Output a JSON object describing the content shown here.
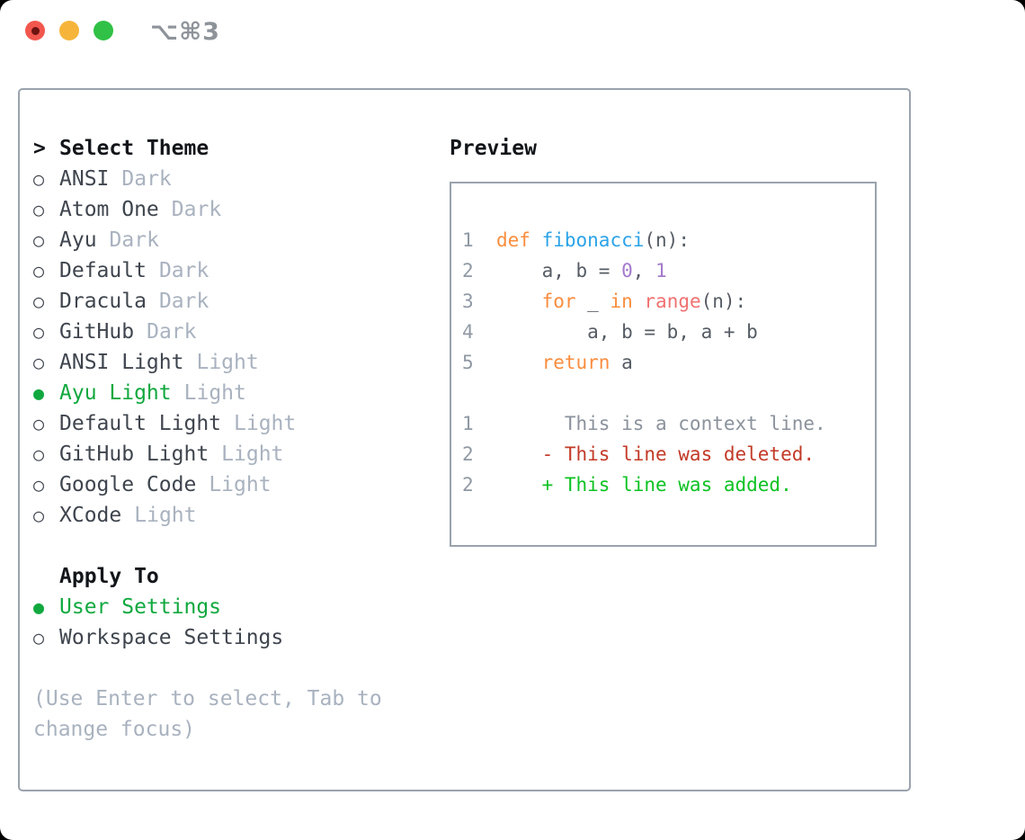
{
  "window": {
    "title": "⌥⌘3"
  },
  "glyphs": {
    "radio_empty": "○",
    "radio_filled": "●",
    "prompt": ">"
  },
  "theme_selector": {
    "header": "Select Theme",
    "items": [
      {
        "name": "ANSI",
        "variant": "Dark",
        "selected": false
      },
      {
        "name": "Atom One",
        "variant": "Dark",
        "selected": false
      },
      {
        "name": "Ayu",
        "variant": "Dark",
        "selected": false
      },
      {
        "name": "Default",
        "variant": "Dark",
        "selected": false
      },
      {
        "name": "Dracula",
        "variant": "Dark",
        "selected": false
      },
      {
        "name": "GitHub",
        "variant": "Dark",
        "selected": false
      },
      {
        "name": "ANSI Light",
        "variant": "Light",
        "selected": false
      },
      {
        "name": "Ayu Light",
        "variant": "Light",
        "selected": true
      },
      {
        "name": "Default Light",
        "variant": "Light",
        "selected": false
      },
      {
        "name": "GitHub Light",
        "variant": "Light",
        "selected": false
      },
      {
        "name": "Google Code",
        "variant": "Light",
        "selected": false
      },
      {
        "name": "XCode",
        "variant": "Light",
        "selected": false
      }
    ]
  },
  "apply_to": {
    "header": "Apply To",
    "options": [
      {
        "label": "User Settings",
        "selected": true
      },
      {
        "label": "Workspace Settings",
        "selected": false
      }
    ]
  },
  "hint": "(Use Enter to select, Tab to change focus)",
  "preview": {
    "header": "Preview",
    "code_lines": [
      {
        "num": "1",
        "tokens": [
          {
            "t": "def",
            "c": "keyword"
          },
          {
            "t": " ",
            "c": "plain"
          },
          {
            "t": "fibonacci",
            "c": "function"
          },
          {
            "t": "(n):",
            "c": "plain"
          }
        ]
      },
      {
        "num": "2",
        "tokens": [
          {
            "t": "    a, b = ",
            "c": "plain"
          },
          {
            "t": "0",
            "c": "number"
          },
          {
            "t": ", ",
            "c": "plain"
          },
          {
            "t": "1",
            "c": "number"
          }
        ]
      },
      {
        "num": "3",
        "tokens": [
          {
            "t": "    ",
            "c": "plain"
          },
          {
            "t": "for",
            "c": "keyword"
          },
          {
            "t": " _ ",
            "c": "plain"
          },
          {
            "t": "in",
            "c": "keyword"
          },
          {
            "t": " ",
            "c": "plain"
          },
          {
            "t": "range",
            "c": "builtin"
          },
          {
            "t": "(n):",
            "c": "plain"
          }
        ]
      },
      {
        "num": "4",
        "tokens": [
          {
            "t": "        a, b = b, a + b",
            "c": "plain"
          }
        ]
      },
      {
        "num": "5",
        "tokens": [
          {
            "t": "    ",
            "c": "plain"
          },
          {
            "t": "return",
            "c": "keyword"
          },
          {
            "t": " a",
            "c": "plain"
          }
        ]
      },
      {
        "num": "",
        "tokens": []
      },
      {
        "num": "1",
        "tokens": [
          {
            "t": "      This is a context line.",
            "c": "context"
          }
        ]
      },
      {
        "num": "2",
        "tokens": [
          {
            "t": "    - This line was deleted.",
            "c": "deleted"
          }
        ]
      },
      {
        "num": "2",
        "tokens": [
          {
            "t": "    + This line was added.",
            "c": "added"
          }
        ]
      }
    ]
  },
  "colors": {
    "accent_green": "#10a83e",
    "muted_gray": "#a9b2bf",
    "text_dark": "#3f454e",
    "heading_black": "#121519",
    "panel_border": "#9aa3ad",
    "code_keyword": "#fa8d3e",
    "code_function": "#2ba3e8",
    "code_builtin": "#f07171",
    "code_number": "#a37acc",
    "code_plain": "#565c64",
    "code_linenum": "#9099a4",
    "diff_context": "#8b929c",
    "diff_deleted": "#c23a27",
    "diff_added": "#0ec223",
    "traffic_red": "#f2574e",
    "traffic_red_dot": "#6d1410",
    "traffic_yellow": "#f6b53a",
    "traffic_green": "#30c146",
    "title_gray": "#8e939a"
  }
}
